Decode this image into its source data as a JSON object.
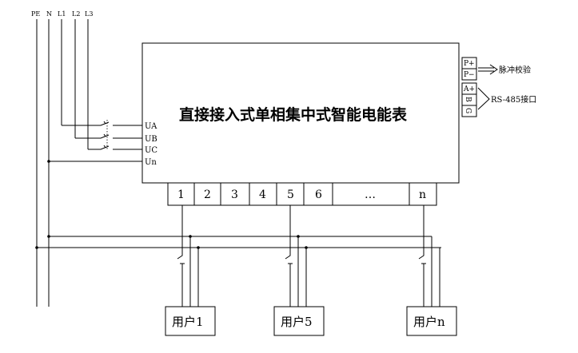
{
  "bus_lines": [
    "PE",
    "N",
    "L1",
    "L2",
    "L3"
  ],
  "meter": {
    "title": "直接接入式单相集中式智能电能表",
    "phase_inputs": [
      "UA",
      "UB",
      "UC",
      "Un"
    ],
    "terminals": [
      "1",
      "2",
      "3",
      "4",
      "5",
      "6",
      "…",
      "n"
    ],
    "pulse_ports": [
      "P+",
      "P−"
    ],
    "rs485_ports": [
      "A+",
      "B",
      "G"
    ]
  },
  "annotations": {
    "pulse": "脉冲校验",
    "rs485": "RS-485接口"
  },
  "users": [
    "用户1",
    "用户5",
    "用户n"
  ]
}
